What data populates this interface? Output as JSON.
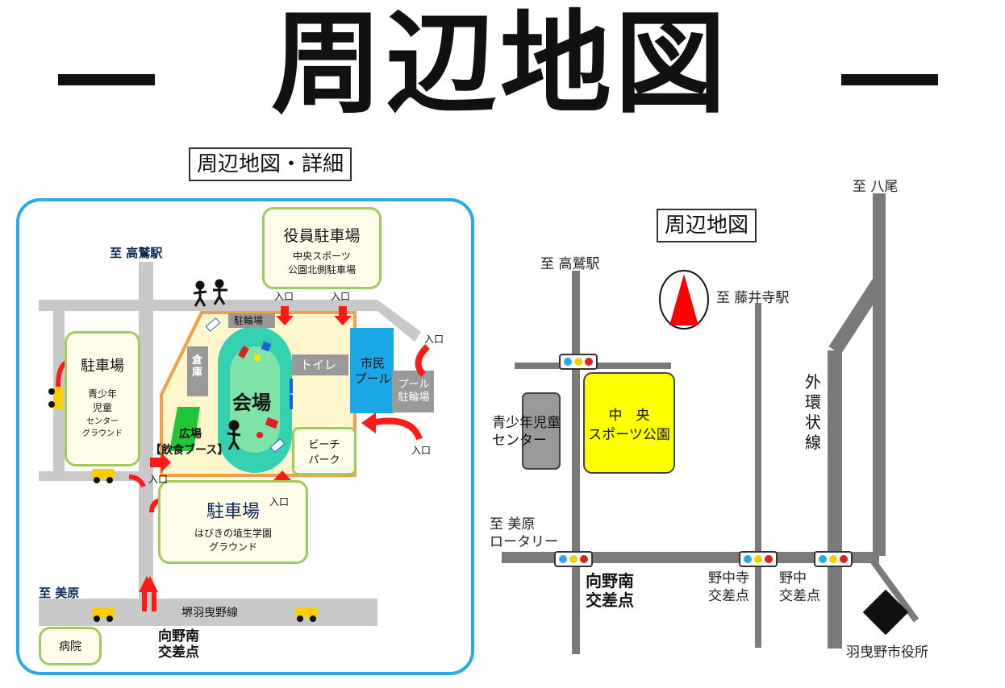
{
  "title": {
    "main": "周辺地図"
  },
  "detail_map": {
    "caption": "周辺地図・詳細",
    "to_takawashi": "至 高鷲駅",
    "to_mihara": "至 美原",
    "officials_parking": {
      "title": "役員駐車場",
      "line1": "中央スポーツ",
      "line2": "公園北側駐車場"
    },
    "left_parking": {
      "title": "駐車場",
      "line1": "青少年",
      "line2": "児童",
      "line3": "センター",
      "line4": "グラウンド"
    },
    "bike_parking": "駐輪場",
    "warehouse": "倉庫",
    "toilet": "トイレ",
    "pool": {
      "line1": "市民",
      "line2": "プール"
    },
    "pool_bike": {
      "line1": "プール",
      "line2": "駐輪場"
    },
    "venue": "会場",
    "plaza": "広場",
    "food_booth": "【飲食ブース】",
    "beach_park": {
      "line1": "ビーチ",
      "line2": "パーク"
    },
    "main_parking": {
      "title": "駐車場",
      "line1": "はびきの埴生学園",
      "line2": "グラウンド"
    },
    "road_name": "堺羽曳野線",
    "hospital": "病院",
    "intersection": {
      "line1": "向野南",
      "line2": "交差点"
    },
    "entrance": "入口"
  },
  "area_map": {
    "caption": "周辺地図",
    "to_yao": "至 八尾",
    "to_takawashi": "至 高鷲駅",
    "to_fujiidera": "至 藤井寺駅",
    "to_mihara": {
      "line1": "至 美原",
      "line2": "ロータリー"
    },
    "youth_center": {
      "line1": "青少年児童",
      "line2": "センター"
    },
    "central_park": {
      "line1": "中　央",
      "line2": "スポーツ公園"
    },
    "outer_ring": [
      "外",
      "環",
      "状",
      "線"
    ],
    "mukainominami": {
      "line1": "向野南",
      "line2": "交差点"
    },
    "nonakadera": {
      "line1": "野中寺",
      "line2": "交差点"
    },
    "nonaka": {
      "line1": "野中",
      "line2": "交差点"
    },
    "city_hall": "羽曳野市役所"
  },
  "colors": {
    "frame_blue": "#29abe2",
    "road_gray": "#c8c8c8",
    "venue_orange": "#f0a04a",
    "venue_fill": "#fff7cc",
    "track_teal": "#33d1b0",
    "pool_blue": "#1aa7e8",
    "box_green": "#9fcb5a",
    "arrow_red": "#ff1a1a",
    "park_yellow": "#ffff00",
    "dark_road": "#7a7a7a"
  },
  "icons": [
    "taxi-icon",
    "person-icon",
    "traffic-light-icon",
    "north-arrow-icon",
    "entrance-arrow-icon"
  ]
}
